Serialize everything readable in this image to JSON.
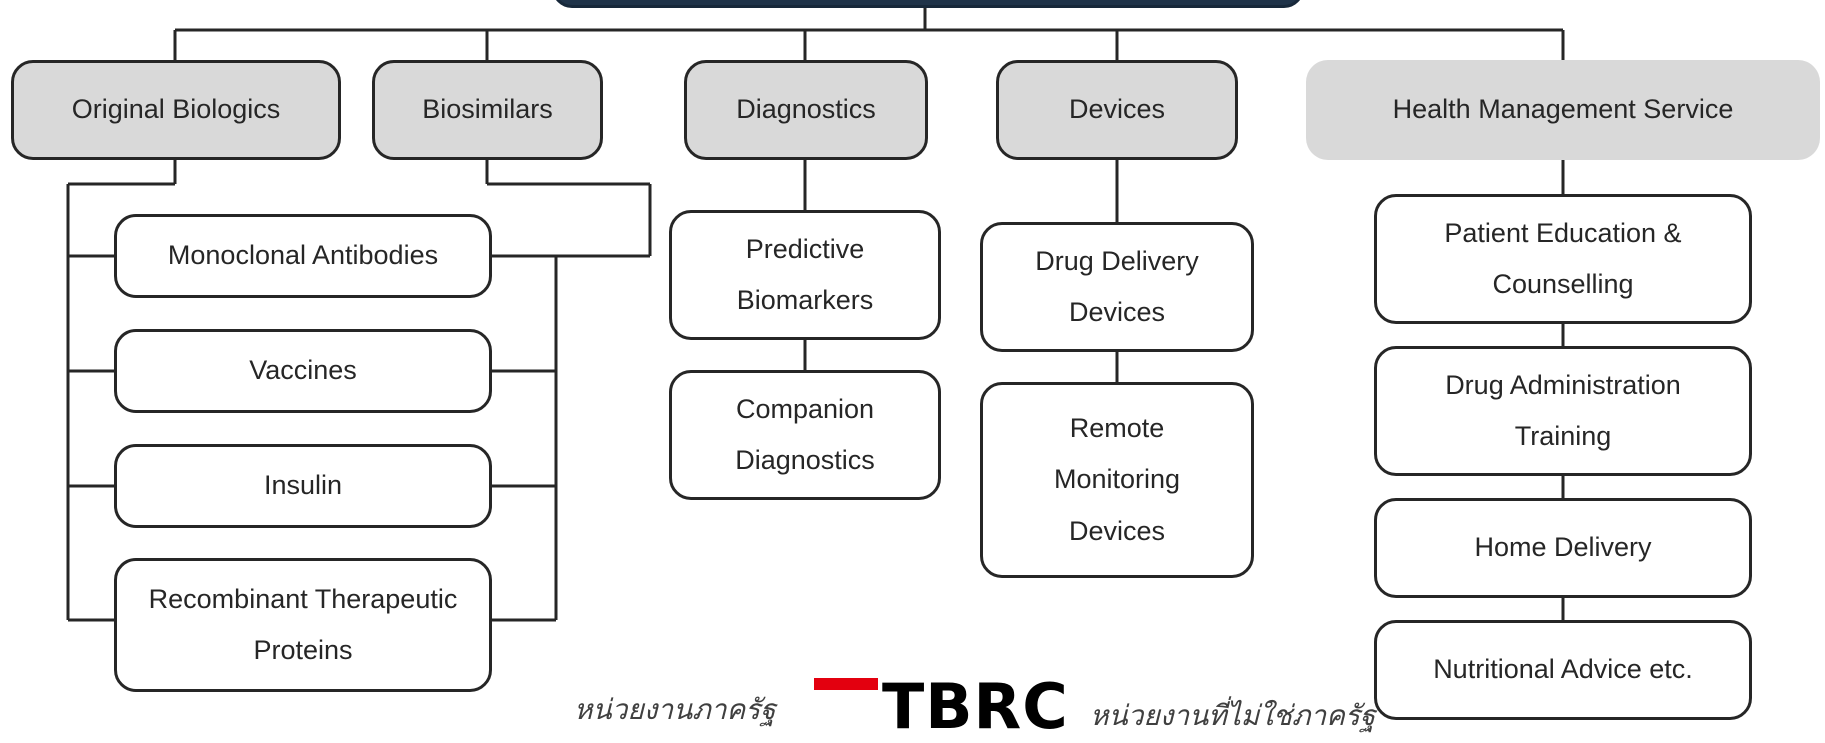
{
  "root": {
    "label": ""
  },
  "categories": {
    "original_biologics": "Original Biologics",
    "biosimilars": "Biosimilars",
    "diagnostics": "Diagnostics",
    "devices": "Devices",
    "health_management": "Health Management Service"
  },
  "biologics_items": [
    "Monoclonal Antibodies",
    "Vaccines",
    "Insulin",
    "Recombinant Therapeutic Proteins"
  ],
  "diagnostics_items": [
    "Predictive Biomarkers",
    "Companion Diagnostics"
  ],
  "devices_items": [
    "Drug Delivery Devices",
    "Remote Monitoring Devices"
  ],
  "health_items": [
    "Patient Education & Counselling",
    "Drug Administration Training",
    "Home Delivery",
    "Nutritional Advice etc."
  ],
  "footer": {
    "left_text": "หน่วยงานภาครัฐ",
    "logo_text": "TBRC",
    "right_text": "หน่วยงานที่ไม่ใช่ภาครัฐ",
    "logo_color": "#e3000f"
  },
  "colors": {
    "line": "#262626",
    "category_fill": "#d9d9d9",
    "root_fill": "#1f3349"
  }
}
